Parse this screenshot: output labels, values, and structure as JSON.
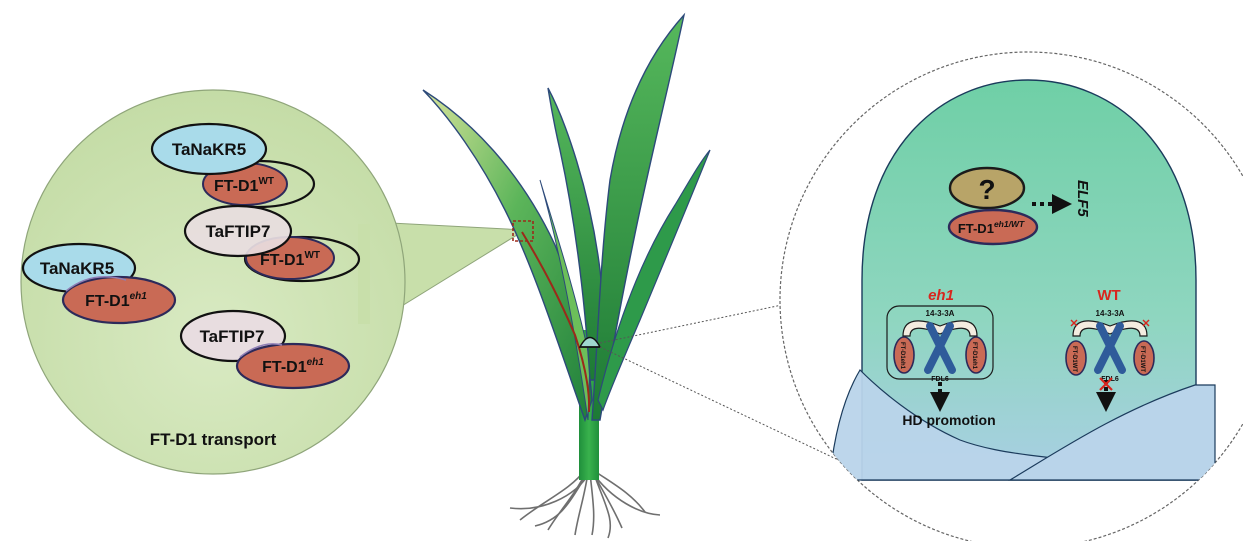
{
  "transport_panel": {
    "title": "FT-D1 transport",
    "pairs": [
      {
        "partner": "TaNaKR5",
        "ft_base": "FT-D1",
        "ft_sup": "WT"
      },
      {
        "partner": "TaFTIP7",
        "ft_base": "FT-D1",
        "ft_sup": "WT"
      },
      {
        "partner": "TaNaKR5",
        "ft_base": "FT-D1",
        "ft_sup": "eh1"
      },
      {
        "partner": "TaFTIP7",
        "ft_base": "FT-D1",
        "ft_sup": "eh1"
      }
    ]
  },
  "apex_panel": {
    "unknown_factor": "?",
    "ft_base": "FT-D1",
    "ft_sup": "eh1/WT",
    "target_gene": "ELF5",
    "eh1_label": "eh1",
    "wt_label": "WT",
    "complex_14_3_3": "14-3-3A",
    "fdl": "FDL6",
    "ft_small_eh1": "FT-D1eh1",
    "ft_small_wt": "FT-D1WT",
    "outcome": "HD promotion"
  },
  "colors": {
    "panel_green": "#d3e6b8",
    "ft_protein": "#c96a55",
    "tanakr5": "#a9dbea",
    "taftip7": "#e8dde0",
    "unknown": "#b8a468",
    "apex_green": "#7fd3b0",
    "apex_blue": "#b9d4ea",
    "fdl_blue": "#2f5b9a",
    "label_red": "#d8261e",
    "leaf_green": "#2e9a4a"
  }
}
